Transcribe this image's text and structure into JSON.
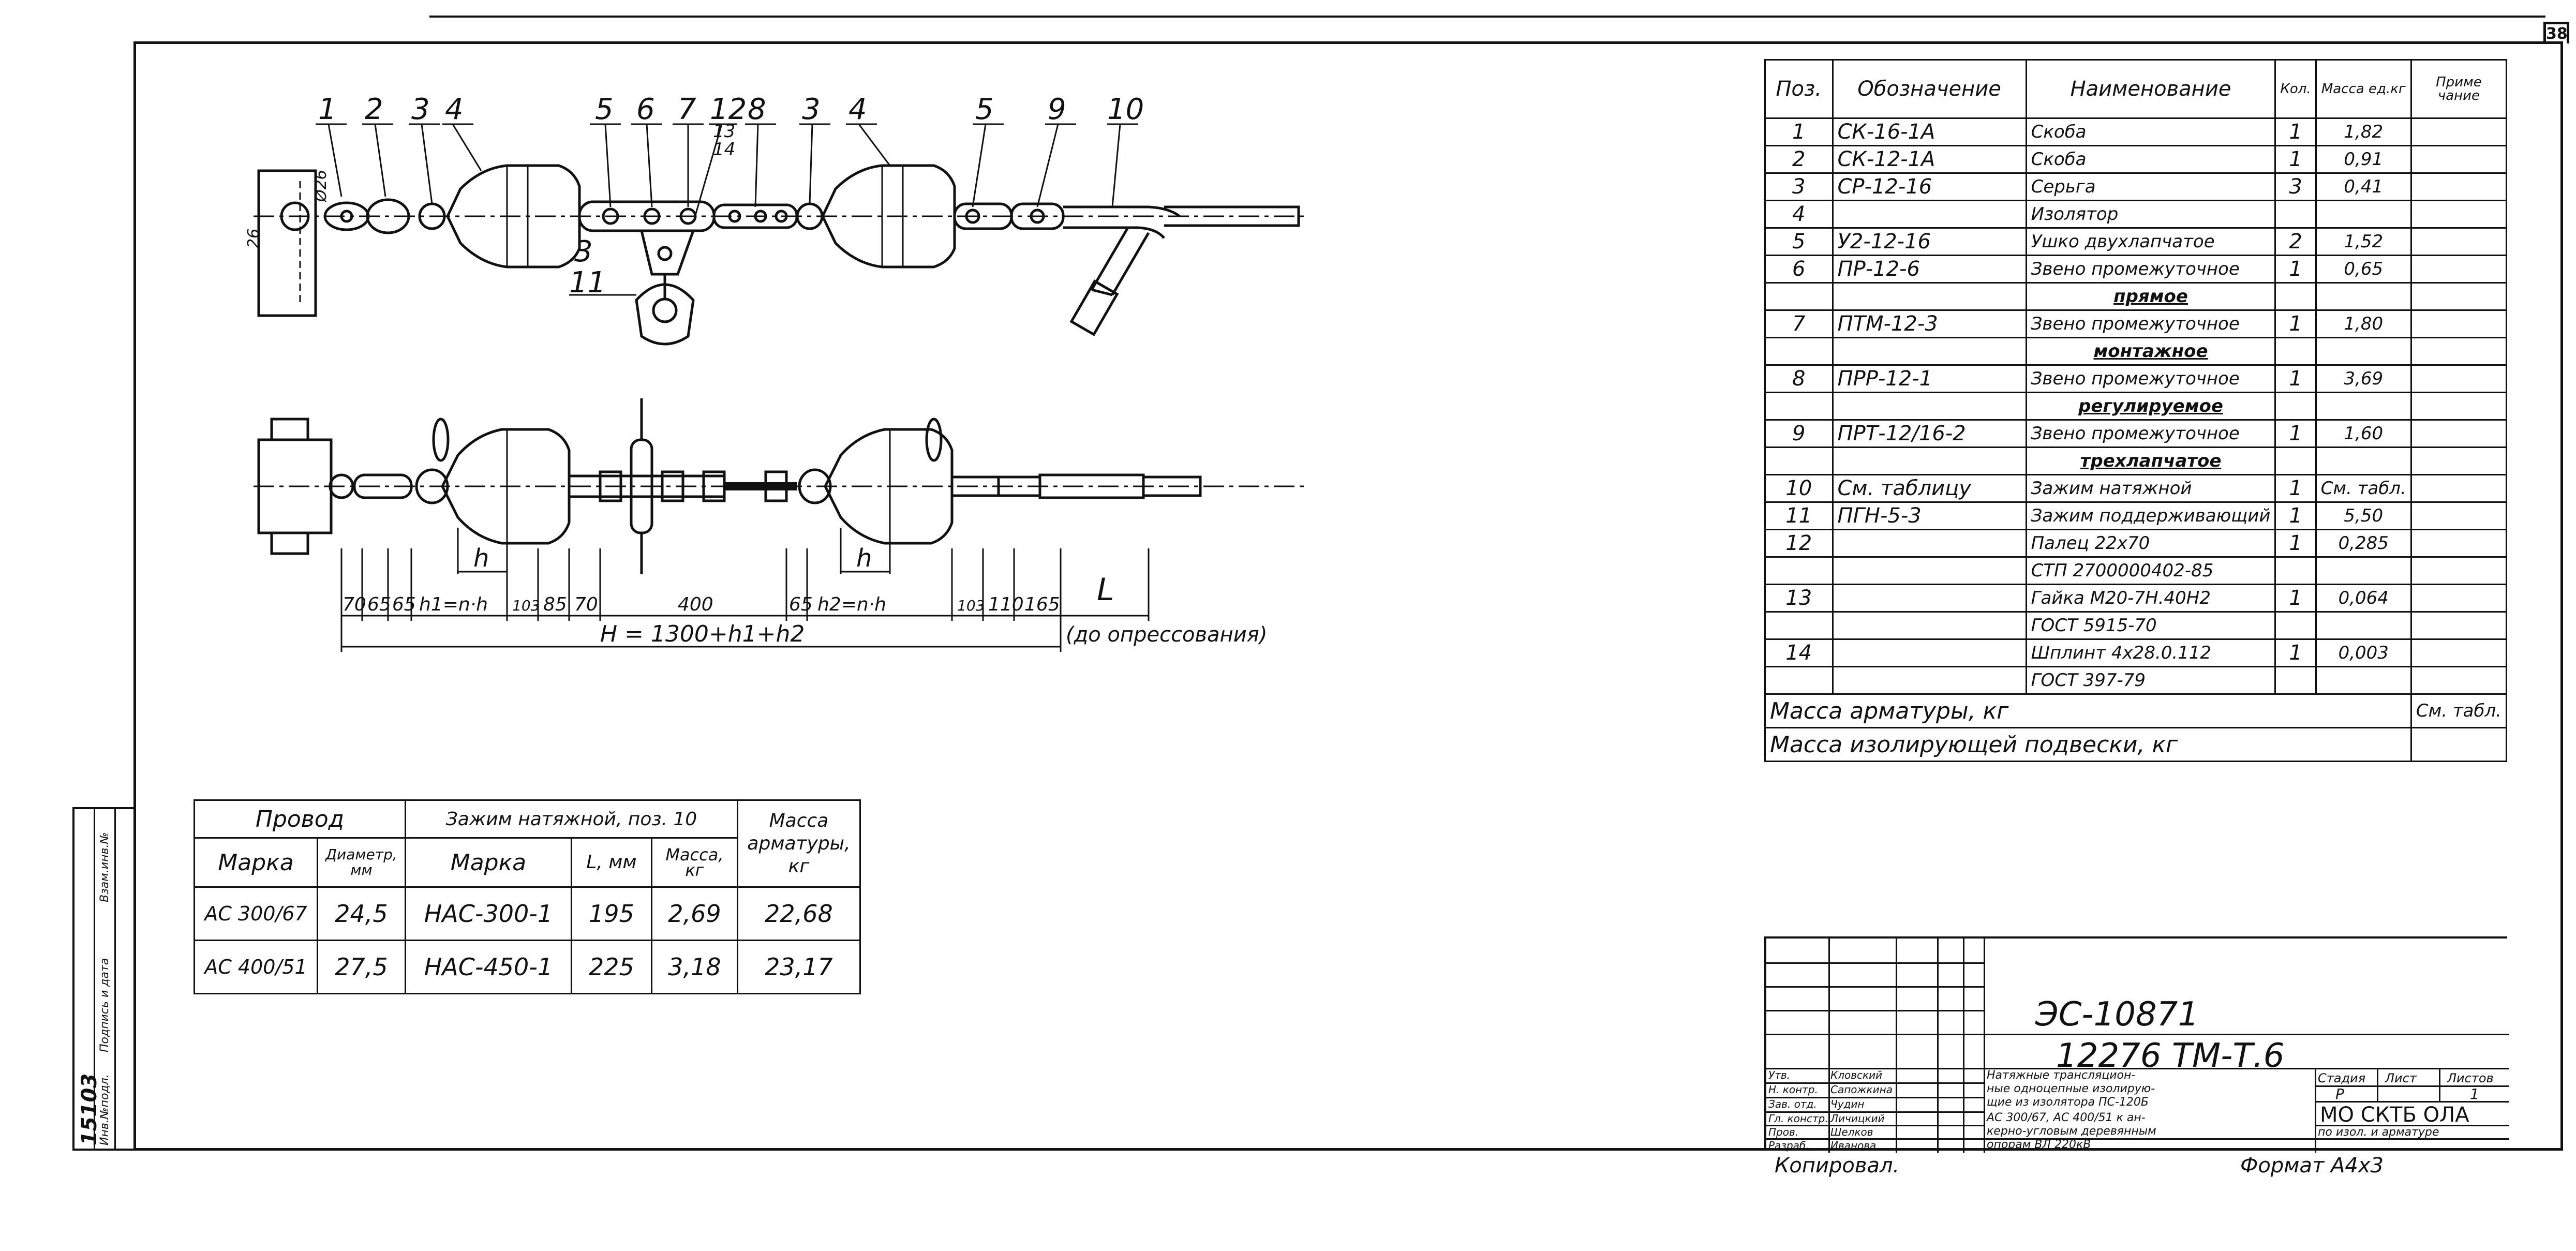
{
  "page_number": "38",
  "side_stamp": {
    "inventory_no": "15103",
    "labels": [
      "Инв.№подл.",
      "Подпись и дата",
      "Взам.инв.№"
    ]
  },
  "drawing": {
    "callouts": [
      "1",
      "2",
      "3",
      "4",
      "5",
      "6",
      "7",
      "12",
      "13",
      "14",
      "8",
      "3",
      "4",
      "5",
      "9",
      "10",
      "3",
      "11"
    ],
    "dims_top": [
      "26",
      "Ø26"
    ],
    "dims_bottom": [
      "70",
      "65",
      "65",
      "h1=n·h",
      "103",
      "85",
      "70",
      "400",
      "65",
      "h2=n·h",
      "103",
      "110",
      "165",
      "L"
    ],
    "h_label": "h",
    "total_dim": "H = 1300+h1+h2",
    "note": "(до опрессования)"
  },
  "spec": {
    "headers": [
      "Поз.",
      "Обозначение",
      "Наименование",
      "Кол.",
      "Масса ед.кг",
      "Приме чание"
    ],
    "rows": [
      {
        "pos": "1",
        "des": "СК-16-1А",
        "name": "Скоба",
        "qty": "1",
        "mass": "1,82",
        "note": ""
      },
      {
        "pos": "2",
        "des": "СК-12-1А",
        "name": "Скоба",
        "qty": "1",
        "mass": "0,91",
        "note": ""
      },
      {
        "pos": "3",
        "des": "СР-12-16",
        "name": "Серьга",
        "qty": "3",
        "mass": "0,41",
        "note": ""
      },
      {
        "pos": "4",
        "des": "",
        "name": "Изолятор",
        "qty": "",
        "mass": "",
        "note": ""
      },
      {
        "pos": "5",
        "des": "У2-12-16",
        "name": "Ушко двухлапчатое",
        "qty": "2",
        "mass": "1,52",
        "note": ""
      },
      {
        "pos": "6",
        "des": "ПР-12-6",
        "name": "Звено промежуточное",
        "qty": "1",
        "mass": "0,65",
        "note": ""
      },
      {
        "pos": "",
        "des": "",
        "name": "прямое",
        "qty": "",
        "mass": "",
        "note": ""
      },
      {
        "pos": "7",
        "des": "ПТМ-12-3",
        "name": "Звено промежуточное",
        "qty": "1",
        "mass": "1,80",
        "note": ""
      },
      {
        "pos": "",
        "des": "",
        "name": "монтажное",
        "qty": "",
        "mass": "",
        "note": ""
      },
      {
        "pos": "8",
        "des": "ПРР-12-1",
        "name": "Звено промежуточное",
        "qty": "1",
        "mass": "3,69",
        "note": ""
      },
      {
        "pos": "",
        "des": "",
        "name": "регулируемое",
        "qty": "",
        "mass": "",
        "note": ""
      },
      {
        "pos": "9",
        "des": "ПРТ-12/16-2",
        "name": "Звено промежуточное",
        "qty": "1",
        "mass": "1,60",
        "note": ""
      },
      {
        "pos": "",
        "des": "",
        "name": "трехлапчатое",
        "qty": "",
        "mass": "",
        "note": ""
      },
      {
        "pos": "10",
        "des": "См. таблицу",
        "name": "Зажим натяжной",
        "qty": "1",
        "mass": "См. табл.",
        "note": ""
      },
      {
        "pos": "11",
        "des": "ПГН-5-3",
        "name": "Зажим поддерживающий",
        "qty": "1",
        "mass": "5,50",
        "note": ""
      },
      {
        "pos": "12",
        "des": "",
        "name": "Палец 22х70",
        "qty": "1",
        "mass": "0,285",
        "note": ""
      },
      {
        "pos": "",
        "des": "",
        "name": "СТП 2700000402-85",
        "qty": "",
        "mass": "",
        "note": ""
      },
      {
        "pos": "13",
        "des": "",
        "name": "Гайка М20-7Н.40Н2",
        "qty": "1",
        "mass": "0,064",
        "note": ""
      },
      {
        "pos": "",
        "des": "",
        "name": "ГОСТ 5915-70",
        "qty": "",
        "mass": "",
        "note": ""
      },
      {
        "pos": "14",
        "des": "",
        "name": "Шплинт 4х28.0.112",
        "qty": "1",
        "mass": "0,003",
        "note": ""
      },
      {
        "pos": "",
        "des": "",
        "name": "ГОСТ 397-79",
        "qty": "",
        "mass": "",
        "note": ""
      }
    ],
    "sum1_label": "Масса арматуры, кг",
    "sum1_value": "См. табл.",
    "sum2_label": "Масса изолирующей подвески, кг"
  },
  "wire_table": {
    "h_wire": "Провод",
    "h_clamp": "Зажим натяжной, поз. 10",
    "h_mass": "Масса арматуры, кг",
    "h_mark1": "Марка",
    "h_diam": "Диаметр, мм",
    "h_mark2": "Марка",
    "h_L": "L, мм",
    "h_clampmass": "Масса, кг",
    "rows": [
      {
        "wire": "АС 300/67",
        "diam": "24,5",
        "clamp": "НАС-300-1",
        "L": "195",
        "cmass": "2,69",
        "mass": "22,68"
      },
      {
        "wire": "АС 400/51",
        "diam": "27,5",
        "clamp": "НАС-450-1",
        "L": "225",
        "cmass": "3,18",
        "mass": "23,17"
      }
    ]
  },
  "title_block": {
    "code": "ЭС-10871",
    "doc": "12276 ТМ-Т.6",
    "roles": [
      "Утв.",
      "Н. контр.",
      "Зав. отд.",
      "Гл. констр.",
      "Пров.",
      "Разраб."
    ],
    "names": [
      "Кловский",
      "Сапожкина",
      "Чудин",
      "Личицкий",
      "Шелков",
      "Иванова"
    ],
    "title_lines": [
      "Натяжные трансляцион-",
      "ные одноцепные изолирую-",
      "щие из изолятора ПС-120Б",
      "АС 300/67, АС 400/51 к ан-",
      "керно-угловым деревянным",
      "опорам ВЛ 220кВ"
    ],
    "stage_h": "Стадия",
    "sheet_h": "Лист",
    "sheets_h": "Листов",
    "stage": "Р",
    "sheets": "1",
    "org": "МО СКТБ ОЛА",
    "org_sub": "по изол. и арматуре"
  },
  "footer": {
    "copied": "Копировал.",
    "format": "Формат А4х3"
  }
}
